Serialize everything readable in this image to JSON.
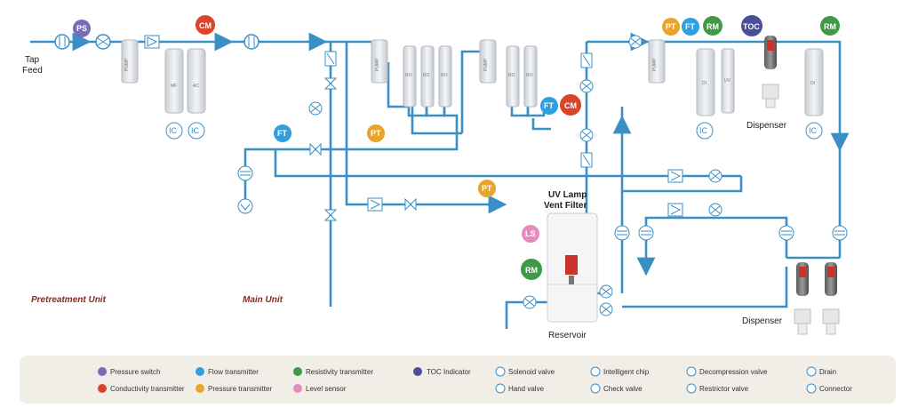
{
  "colors": {
    "pipe": "#3a8fc4",
    "pressure_switch": "#7b6bb5",
    "conductivity": "#d9442b",
    "flow": "#2f9fe0",
    "pressure_transmitter": "#e8a52a",
    "resistivity": "#3f9a45",
    "level_sensor": "#e28cc0",
    "toc": "#4a4f9a",
    "unit_label": "#8b2a1a",
    "legend_bg": "#f1ede7"
  },
  "labels": {
    "tap_feed_line1": "Tap",
    "tap_feed_line2": "Feed",
    "uv_lamp": "UV Lamp",
    "vent_filter": "Vent Filter",
    "reservoir": "Reservoir",
    "dispenser_top": "Dispenser",
    "dispenser_bottom": "Dispenser",
    "pretreatment_unit": "Pretreatment Unit",
    "main_unit": "Main Unit"
  },
  "badges": {
    "ps": "PS",
    "cm": "CM",
    "ft": "FT",
    "pt": "PT",
    "rm": "RM",
    "toc": "TOC",
    "ls": "LS"
  },
  "components": {
    "pump": "PUMP",
    "mf": "MF",
    "ac": "AC",
    "ro": "RO",
    "di": "DI",
    "uv": "UV",
    "ic": "IC"
  },
  "legend": [
    {
      "label": "Pressure switch",
      "icon": "pressure-switch-icon"
    },
    {
      "label": "Conductivity transmitter",
      "icon": "conductivity-transmitter-icon"
    },
    {
      "label": "Flow transmitter",
      "icon": "flow-transmitter-icon"
    },
    {
      "label": "Pressure transmitter",
      "icon": "pressure-transmitter-icon"
    },
    {
      "label": "Resistivity transmitter",
      "icon": "resistivity-transmitter-icon"
    },
    {
      "label": "Level sensor",
      "icon": "level-sensor-icon"
    },
    {
      "label": "TOC Indicator",
      "icon": "toc-indicator-icon"
    },
    {
      "label": "Solenoid valve",
      "icon": "solenoid-valve-icon"
    },
    {
      "label": "Hand valve",
      "icon": "hand-valve-icon"
    },
    {
      "label": "Intelligent chip",
      "icon": "intelligent-chip-icon"
    },
    {
      "label": "Check valve",
      "icon": "check-valve-icon"
    },
    {
      "label": "Decompression valve",
      "icon": "decompression-valve-icon"
    },
    {
      "label": "Restrictor valve",
      "icon": "restrictor-valve-icon"
    },
    {
      "label": "Drain",
      "icon": "drain-icon"
    },
    {
      "label": "Connector",
      "icon": "connector-icon"
    }
  ]
}
